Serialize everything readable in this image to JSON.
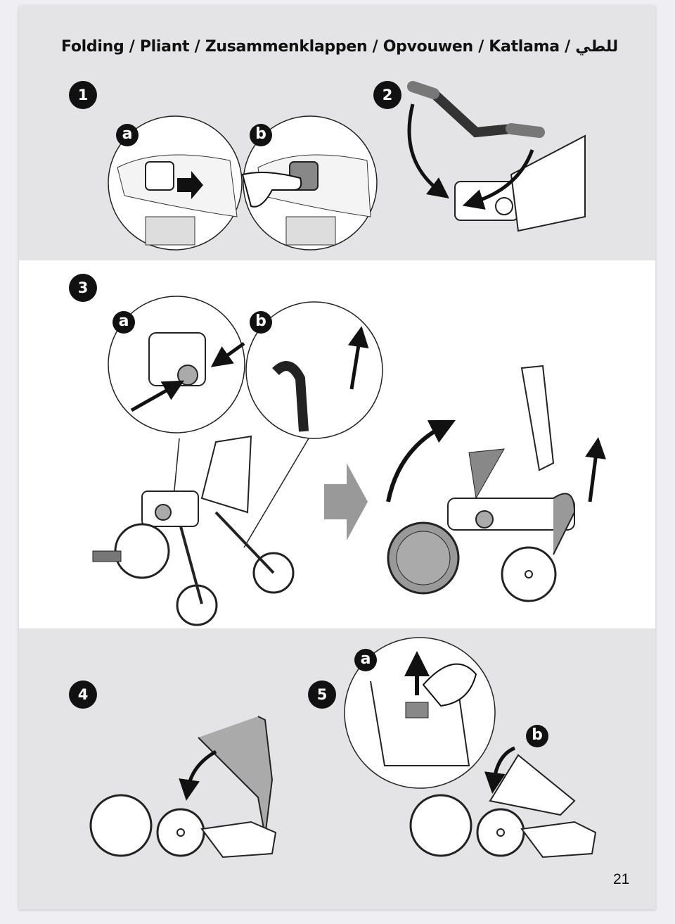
{
  "title": "Folding / Pliant / Zusammenklappen / Opvouwen / Katlama / للطي",
  "steps": [
    {
      "number": "1",
      "parts": [
        "a",
        "b"
      ]
    },
    {
      "number": "2"
    },
    {
      "number": "3",
      "parts": [
        "a",
        "b"
      ]
    },
    {
      "number": "4"
    },
    {
      "number": "5",
      "parts": [
        "a",
        "b"
      ]
    }
  ],
  "page_number": "21",
  "colors": {
    "band_gray": "#e4e4e6",
    "band_white": "#ffffff",
    "badge": "#111111",
    "next_arrow": "#999999"
  }
}
